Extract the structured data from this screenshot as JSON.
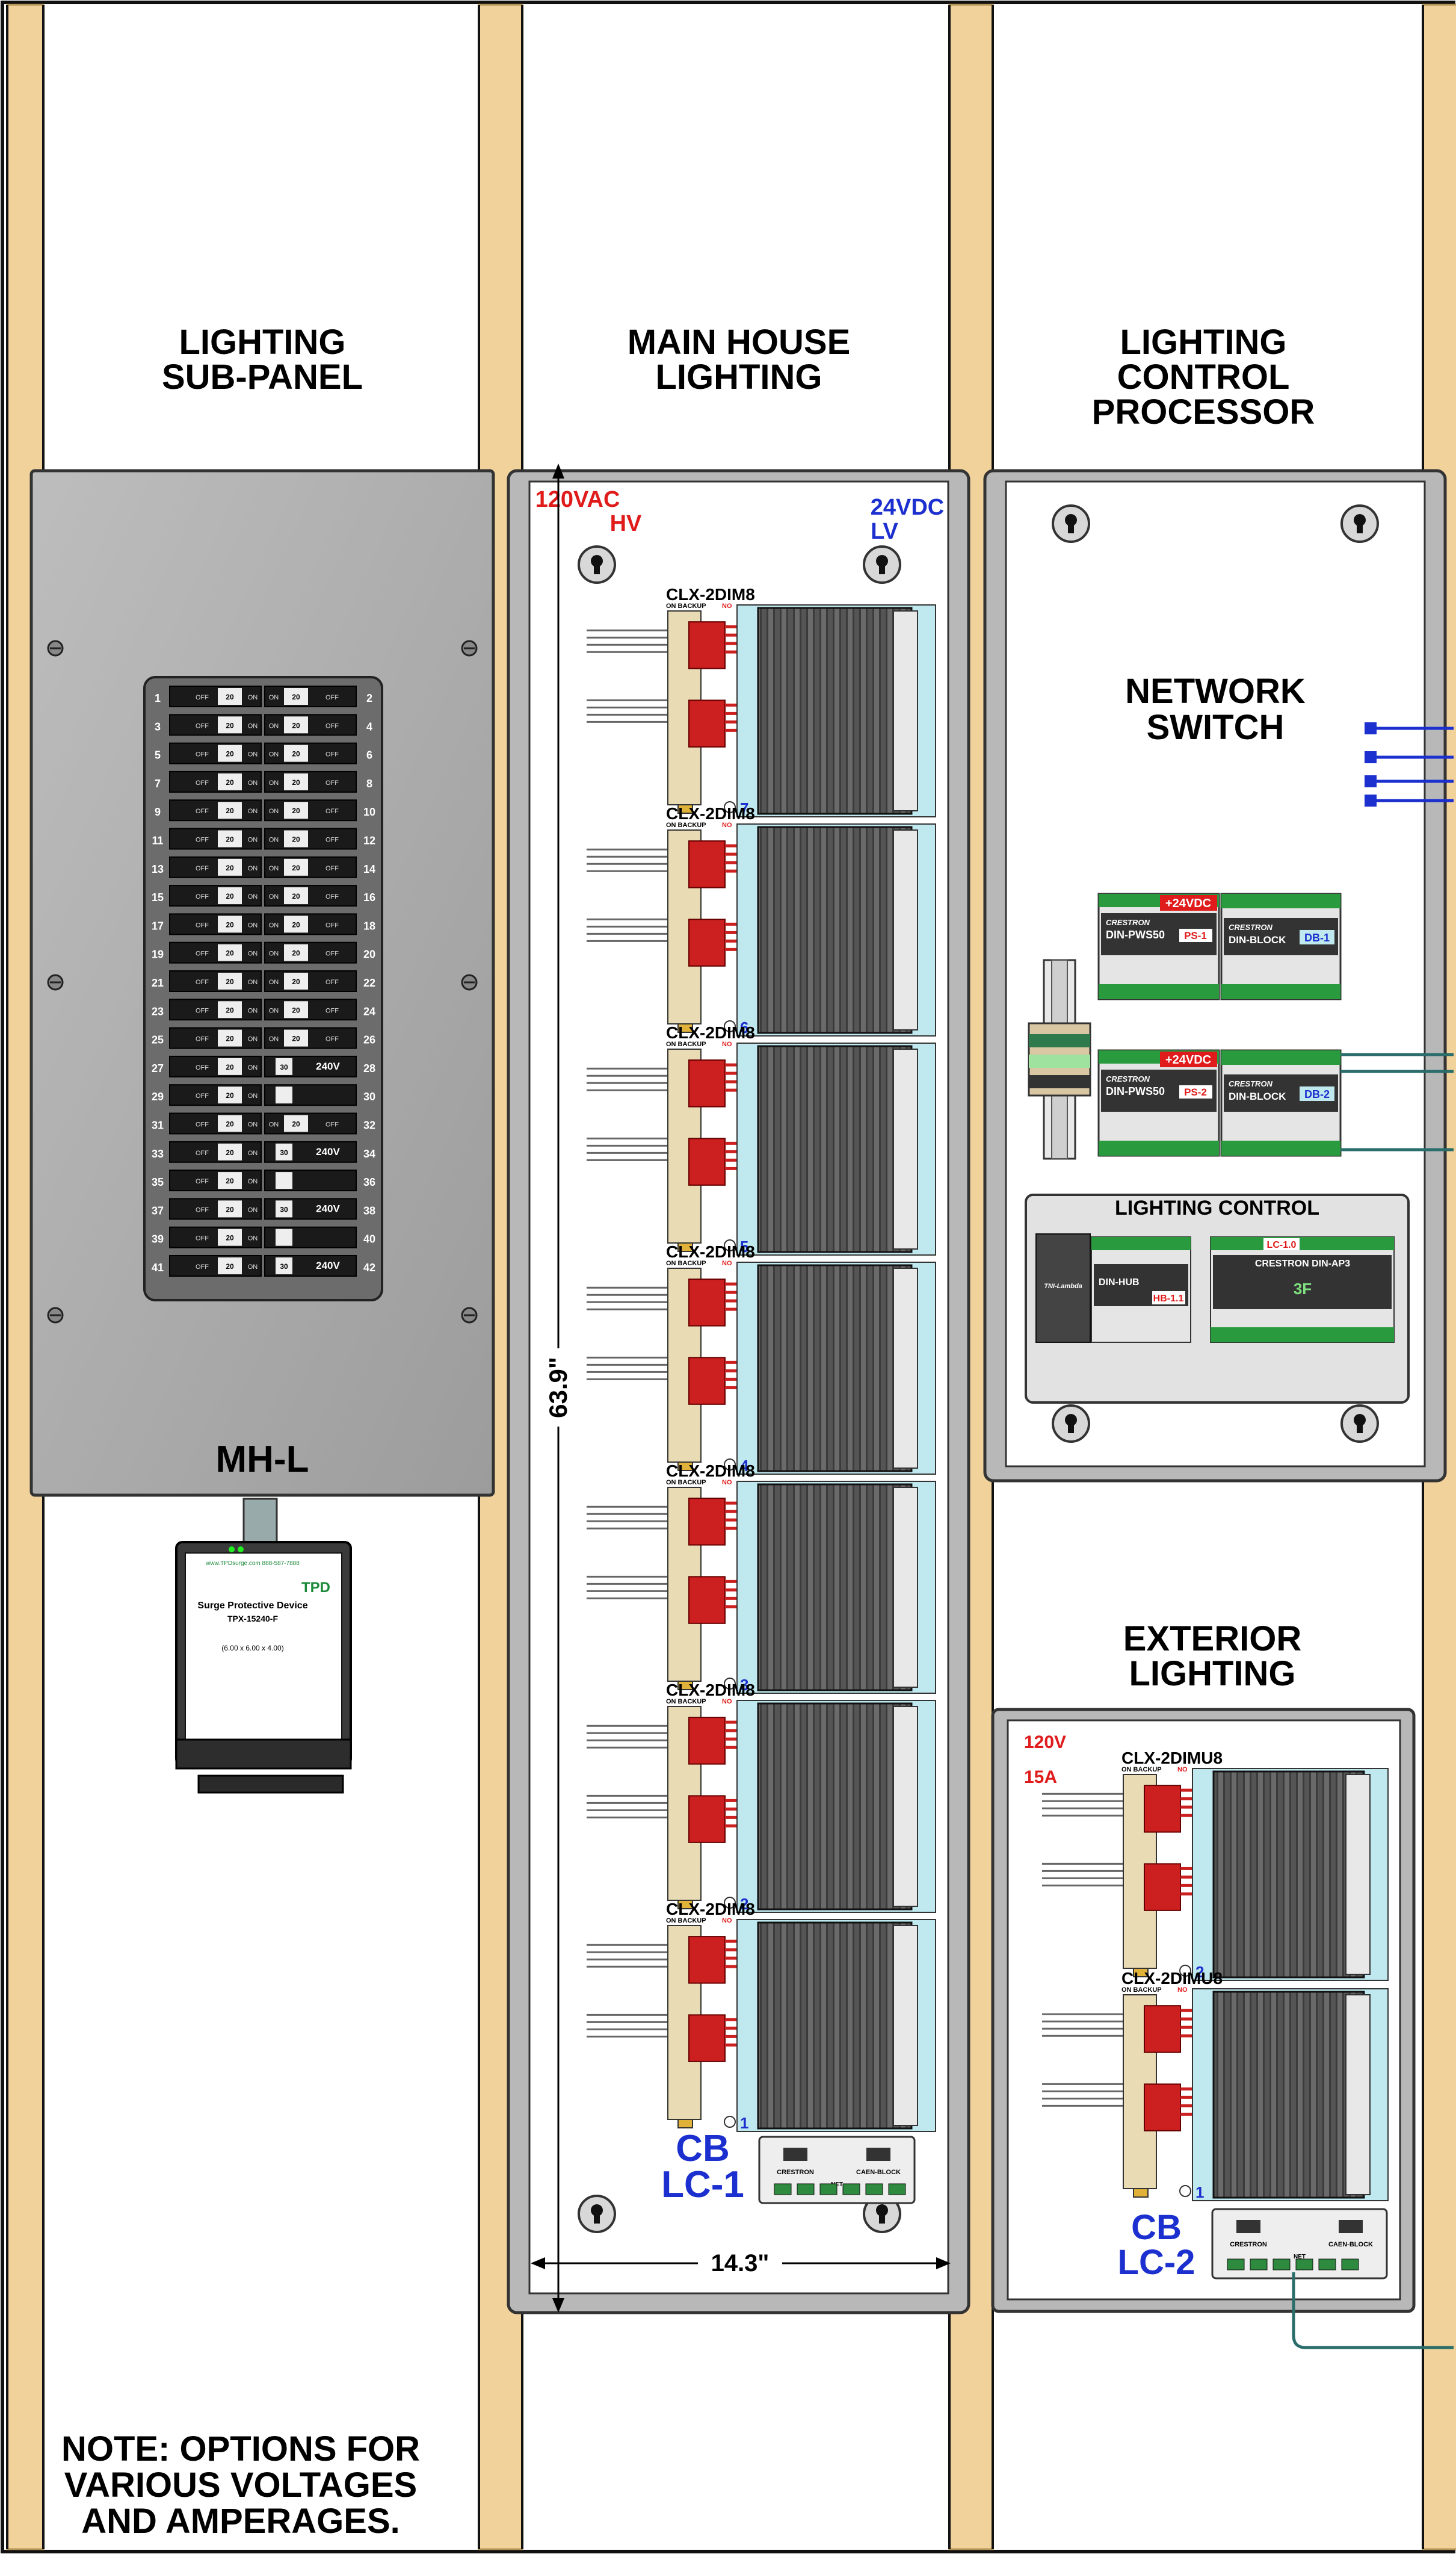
{
  "sections": {
    "subpanel_title": [
      "LIGHTING",
      "SUB-PANEL"
    ],
    "main_title": [
      "MAIN HOUSE",
      "LIGHTING"
    ],
    "processor_title": [
      "LIGHTING",
      "CONTROL",
      "PROCESSOR"
    ],
    "exterior_title": [
      "EXTERIOR",
      "LIGHTING"
    ]
  },
  "breaker_panel": {
    "label": "MH-L",
    "off_text": "OFF",
    "amp_text": "20",
    "on_text": "ON",
    "left_numbers": [
      "1",
      "3",
      "5",
      "7",
      "9",
      "11",
      "13",
      "15",
      "17",
      "19",
      "21",
      "23",
      "25",
      "27",
      "29",
      "31",
      "33",
      "35",
      "37",
      "39",
      "41"
    ],
    "right_numbers": [
      "2",
      "4",
      "6",
      "8",
      "10",
      "12",
      "14",
      "16",
      "18",
      "20",
      "22",
      "24",
      "26",
      "28",
      "30",
      "32",
      "34",
      "36",
      "38",
      "40",
      "42"
    ],
    "double_pole_label": "240V",
    "double_pole_amp": "30"
  },
  "surge_device": {
    "brand": "TPD",
    "title": "Surge Protective Device",
    "model": "TPX-15240-F",
    "dims": "(6.00 x 6.00 x 4.00)",
    "url": "www.TPDsurge.com 888-587-7888"
  },
  "main_enclosure": {
    "hv_label": [
      "120VAC",
      "HV"
    ],
    "lv_label": [
      "24VDC",
      "LV"
    ],
    "height_dim": "63.9\"",
    "width_dim": "14.3\"",
    "cabinet_label": [
      "CB",
      "LC-1"
    ],
    "module_name": "CLX-2DIM8",
    "backup_text": "ON BACKUP",
    "no_text": "NO",
    "module_numbers": [
      "7",
      "6",
      "5",
      "4",
      "3",
      "2",
      "1"
    ]
  },
  "processor_enclosure": {
    "network_label": [
      "NETWORK",
      "SWITCH"
    ],
    "psu_voltage": "+24VDC",
    "psu_model": "DIN-PWS50",
    "psu_brand": "CRESTRON",
    "psu_tags": [
      "PS-1",
      "PS-2"
    ],
    "dinblock_brand": "CRESTRON",
    "dinblock_model": "DIN-BLOCK",
    "dinblock_tags": [
      "DB-1",
      "DB-2"
    ],
    "lighting_control_title": "LIGHTING CONTROL",
    "lc_tag": "LC-1.0",
    "ap3_title": "CRESTRON DIN-AP3",
    "hub_model": "DIN-HUB",
    "hub_tag": "HB-1.1",
    "proc_label": "3F",
    "tnlb_label": "TNI-Lambda"
  },
  "exterior_enclosure": {
    "voltage": "120V",
    "amperage": "15A",
    "module_name": "CLX-2DIMU8",
    "backup_text": "ON BACKUP",
    "no_text": "NO",
    "module_numbers": [
      "2",
      "1"
    ],
    "cabinet_label": [
      "CB",
      "LC-2"
    ]
  },
  "cab_block": {
    "brand": "CRESTRON",
    "model": "CAEN-BLOCK",
    "net_text": "NET"
  },
  "note": [
    "NOTE: OPTIONS FOR",
    "VARIOUS VOLTAGES",
    "AND AMPERAGES."
  ]
}
